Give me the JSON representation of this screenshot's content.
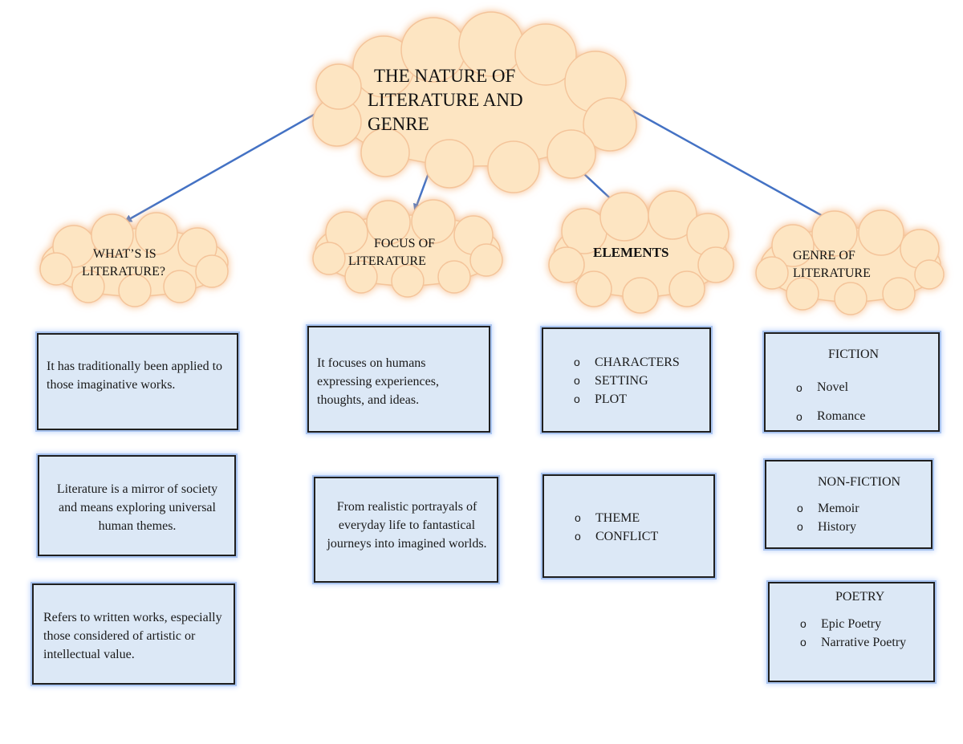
{
  "main_topic": {
    "lines": [
      "THE NATURE OF",
      "LITERATURE AND",
      "GENRE"
    ]
  },
  "branches": [
    {
      "lines": [
        "WHAT’S IS",
        "LITERATURE?"
      ],
      "boxes": [
        {
          "text": "It has traditionally been applied to those imaginative works."
        },
        {
          "text": "Literature is a mirror of society and means exploring universal human themes."
        },
        {
          "text": "Refers to written works, especially those considered of artistic or intellectual value."
        }
      ]
    },
    {
      "lines": [
        "FOCUS OF",
        "LITERATURE"
      ],
      "boxes": [
        {
          "text": "It focuses on humans expressing experiences, thoughts, and ideas."
        },
        {
          "text": "From realistic portrayals of everyday life to fantastical journeys into imagined worlds."
        }
      ]
    },
    {
      "lines": [
        "ELEMENTS"
      ],
      "boxes": [
        {
          "items": [
            "CHARACTERS",
            "SETTING",
            "PLOT"
          ]
        },
        {
          "items": [
            "THEME",
            "CONFLICT"
          ]
        }
      ]
    },
    {
      "lines": [
        "GENRE OF",
        "LITERATURE"
      ],
      "boxes": [
        {
          "heading": "FICTION",
          "items": [
            "Novel",
            "Romance"
          ]
        },
        {
          "heading": "NON-FICTION",
          "items": [
            "Memoir",
            "History"
          ]
        },
        {
          "heading": "POETRY",
          "items": [
            "Epic Poetry",
            "Narrative Poetry"
          ]
        }
      ]
    }
  ],
  "colors": {
    "cloud_fill": "#fde5c2",
    "cloud_glow": "#f6b77f",
    "arrow": "#4472c4",
    "box_fill": "#dce8f6",
    "box_border": "#1f1f1f"
  }
}
